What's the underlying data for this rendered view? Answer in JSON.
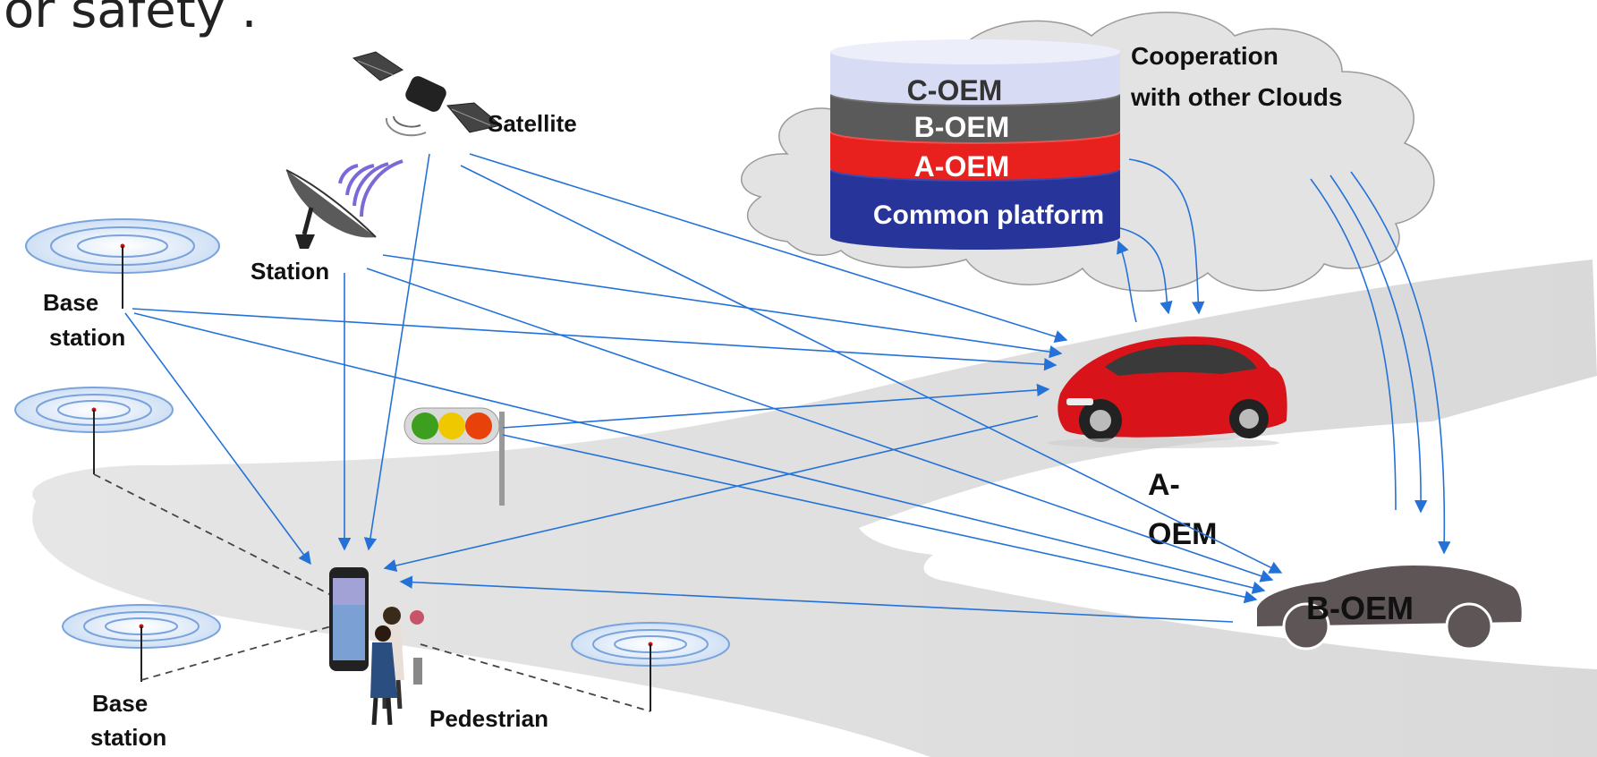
{
  "heading_partial": "or safety .",
  "cloud": {
    "cooperation_line1": "Cooperation",
    "cooperation_line2": "with other Clouds",
    "layers": [
      "C-OEM",
      "B-OEM",
      "A-OEM",
      "Common platform"
    ]
  },
  "labels": {
    "satellite": "Satellite",
    "station": "Station",
    "base_station_top_1": "Base",
    "base_station_top_2": "station",
    "base_station_bottom_1": "Base",
    "base_station_bottom_2": "station",
    "pedestrian": "Pedestrian",
    "a_oem_1": "A-",
    "a_oem_2": "OEM",
    "b_oem": "B-OEM"
  },
  "colors": {
    "arrow": "#2472d8",
    "c_oem_layer": "#d8dbf4",
    "b_oem_layer": "#5a5a5a",
    "a_oem_layer": "#e8201e",
    "common_layer": "#27359a",
    "road": "#e4e4e4",
    "car_a": "#d8141a",
    "car_b": "#5e5556"
  }
}
